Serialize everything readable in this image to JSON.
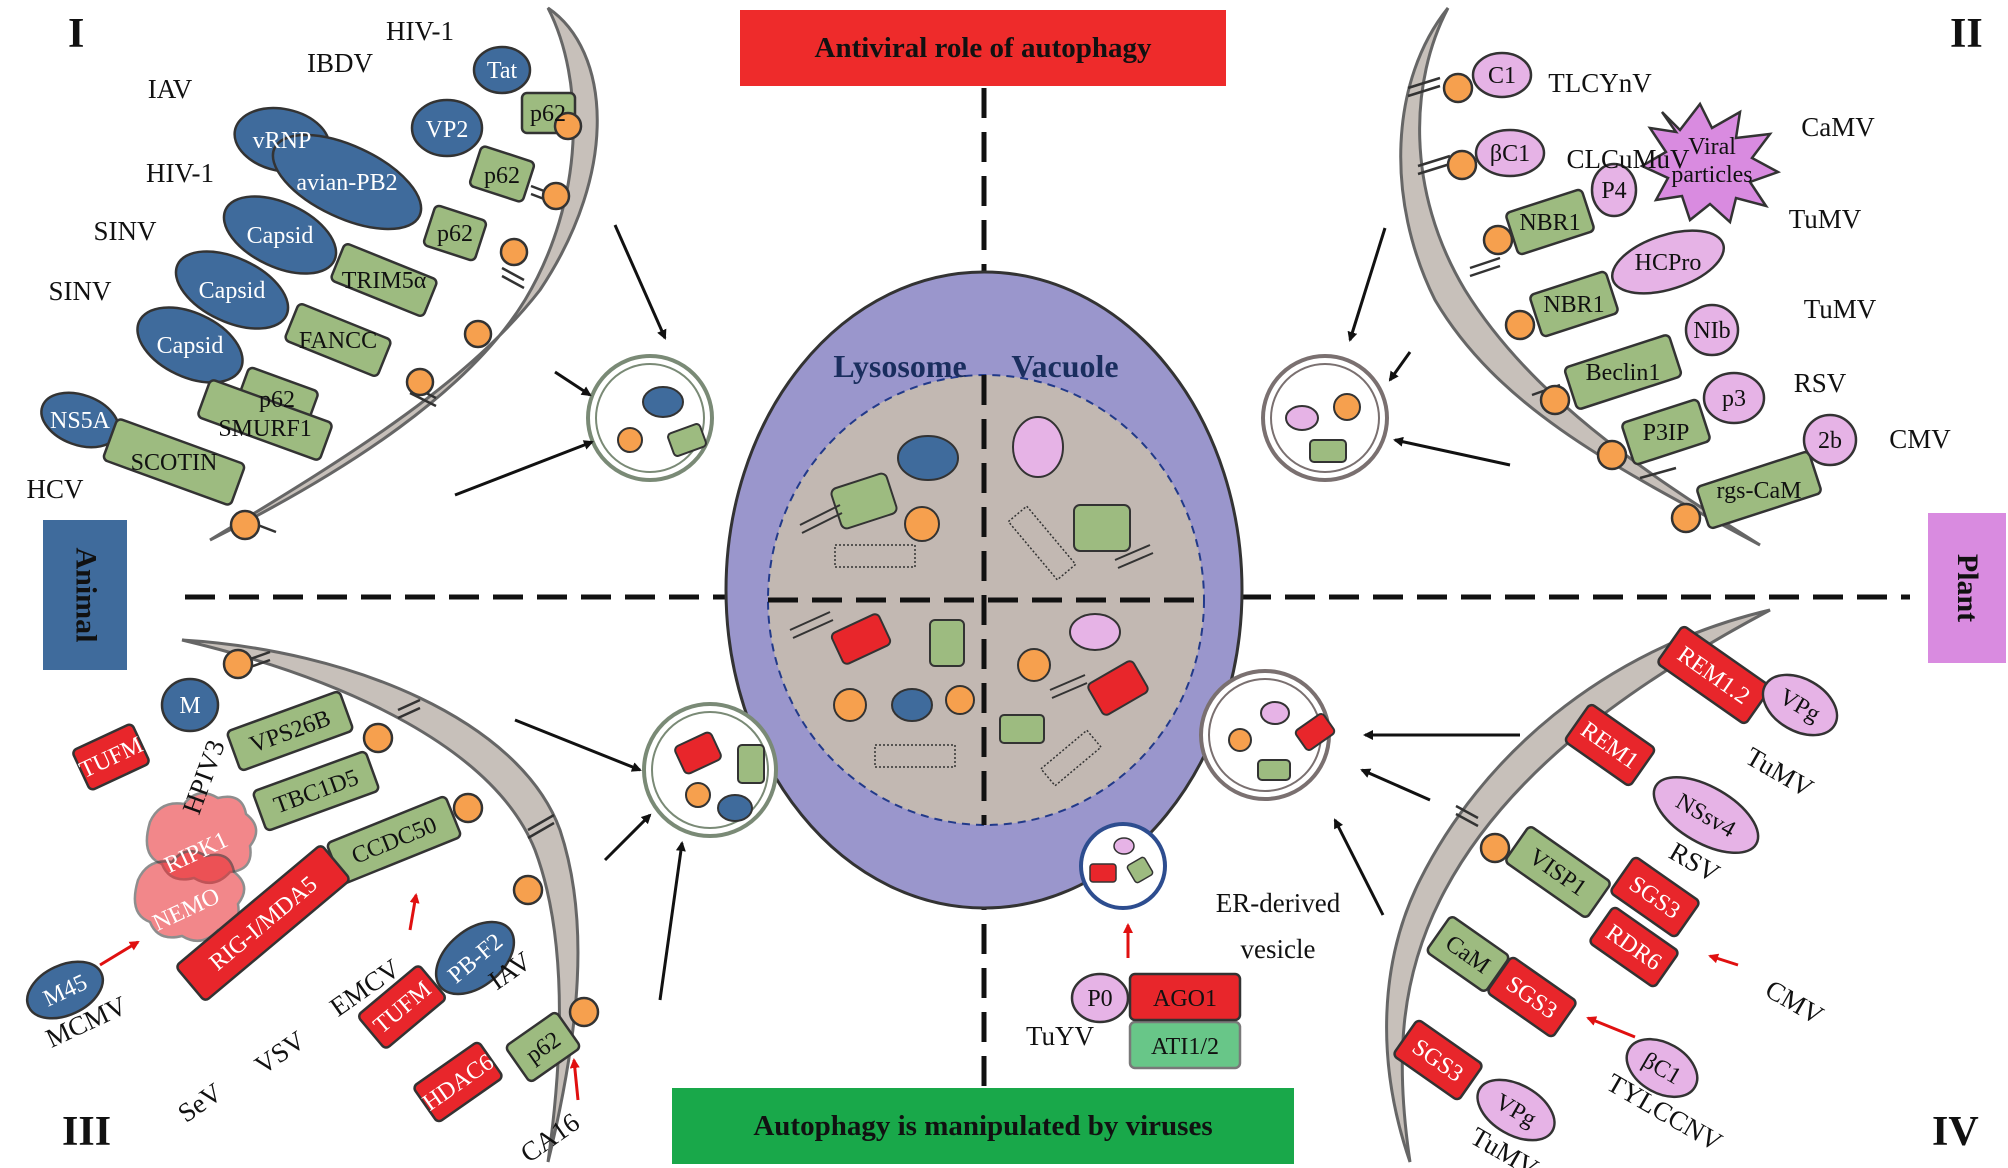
{
  "banners": {
    "top": "Antiviral role of autophagy",
    "bottom": "Autophagy is manipulated by viruses",
    "left": "Animal",
    "right": "Plant"
  },
  "quadrants": {
    "q1": "I",
    "q2": "II",
    "q3": "III",
    "q4": "IV"
  },
  "center": {
    "lysosome": "Lysosome",
    "vacuole": "Vacuole"
  },
  "q1": {
    "virus_labels": [
      "HIV-1",
      "IBDV",
      "IAV",
      "HIV-1",
      "SINV",
      "SINV",
      "HCV"
    ],
    "viral_proteins": [
      "Tat",
      "VP2",
      "vRNP",
      "avian-PB2",
      "Capsid",
      "Capsid",
      "Capsid",
      "NS5A"
    ],
    "receptors": [
      "p62",
      "p62",
      "p62",
      "TRIM5α",
      "FANCC",
      "p62",
      "SMURF1",
      "SCOTIN"
    ]
  },
  "q2": {
    "virus_labels": [
      "TLCYnV",
      "CLCuMuV",
      "CaMV",
      "TuMV",
      "TuMV",
      "RSV",
      "CMV"
    ],
    "viral_proteins": [
      "C1",
      "βC1",
      "P4",
      "Viral",
      "particles",
      "HCPro",
      "NIb",
      "p3",
      "2b"
    ],
    "receptors": [
      "NBR1",
      "NBR1",
      "Beclin1",
      "P3IP",
      "rgs-CaM"
    ]
  },
  "q3": {
    "virus_labels": [
      "HPIV3",
      "MCMV",
      "EMCV",
      "IAV",
      "SeV",
      "VSV",
      "CA16"
    ],
    "viral_proteins": [
      "M",
      "M45",
      "PB-F2"
    ],
    "red_proteins": [
      "TUFM",
      "RIPK1",
      "NEMO",
      "RIG-I/MDA5",
      "TUFM",
      "HDAC6"
    ],
    "receptors": [
      "VPS26B",
      "TBC1D5",
      "CCDC50",
      "p62"
    ]
  },
  "q4": {
    "virus_labels": [
      "TuMV",
      "RSV",
      "CMV",
      "TYLCCNV",
      "TuMV",
      "TuYV"
    ],
    "viral_proteins": [
      "VPg",
      "NSsv4",
      "βC1",
      "VPg",
      "P0"
    ],
    "red_proteins": [
      "REM1.2",
      "REM1",
      "SGS3",
      "RDR6",
      "SGS3",
      "SGS3",
      "AGO1"
    ],
    "receptors": [
      "VISP1",
      "CaM",
      "ATI1/2"
    ],
    "er_vesicle": [
      "ER-derived",
      "vesicle"
    ]
  },
  "colors": {
    "banner_red": "#ee2b2b",
    "banner_green": "#19a84a",
    "animal_blue": "#3f6b9c",
    "plant_pink": "#d98be0",
    "viral_blue": "#3f6b9c",
    "receptor_green": "#9dbb80",
    "plant_pink_protein": "#e6b3e6",
    "degrade_red": "#e8262b",
    "ubiquitin_orange": "#f6a04e",
    "lysosome_purple": "#9a96cc",
    "lumen_gray": "#c2b8b2"
  }
}
